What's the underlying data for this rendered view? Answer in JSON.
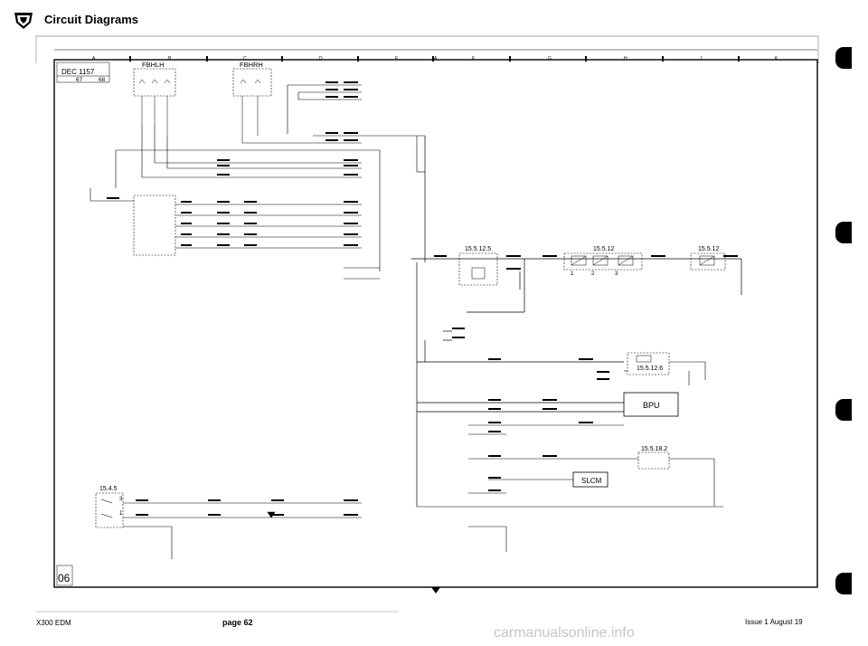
{
  "header": {
    "title": "Circuit Diagrams",
    "logo_icon": "jaguar-leaping-cat-icon"
  },
  "grid": {
    "columns": [
      "A",
      "B",
      "C",
      "D",
      "E",
      "A",
      "F",
      "G",
      "H",
      "J",
      "K"
    ]
  },
  "title_block": {
    "date": "DEC 1157",
    "sheet_nos": "67",
    "sheet_of": "68",
    "sheet_label": "06"
  },
  "modules": {
    "fbhlh": "FBHLH",
    "fbhrh": "FBHRH",
    "ref_1": "15.5.12.5",
    "ref_2": "15.5.12",
    "ref_3": "15.5.12",
    "ref_4": "15.5.12.6",
    "bpu": "BPU",
    "ref_5": "15.5.18.2",
    "slcm": "SLCM",
    "ref_6": "15.4.5"
  },
  "footer": {
    "doc": "X300 EDM",
    "page": "page 62",
    "issue": "Issue 1 August 19",
    "watermark": "carmanualsonline.info"
  }
}
